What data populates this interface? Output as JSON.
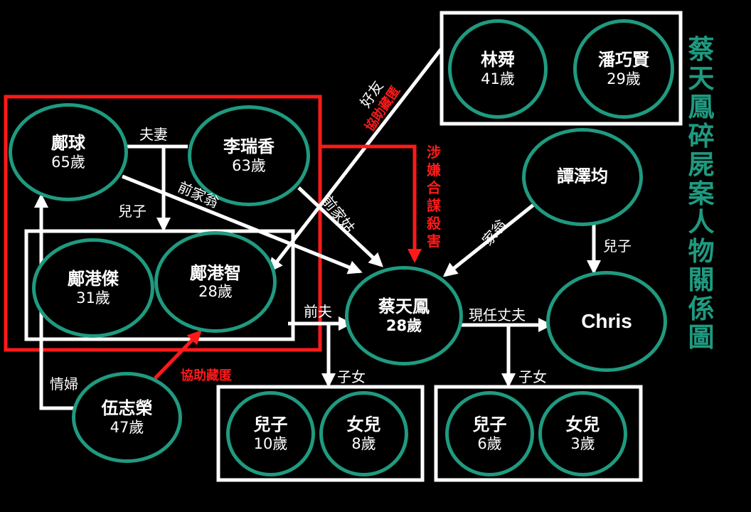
{
  "title": "蔡天鳳碎屍案人物關係圖",
  "colors": {
    "node_border": "#1f9a80",
    "title": "#1f9a80",
    "red": "#ff1a1a",
    "white": "#ffffff",
    "background": "#000000"
  },
  "nodes": {
    "kwong_kau": {
      "name": "鄺球",
      "age": "65歲"
    },
    "li_shui_heung": {
      "name": "李瑞香",
      "age": "63歲"
    },
    "kwong_kong_kit": {
      "name": "鄺港傑",
      "age": "31歲"
    },
    "kwong_kong_chi": {
      "name": "鄺港智",
      "age": "28歲"
    },
    "ng_chi_wing": {
      "name": "伍志榮",
      "age": "47歲"
    },
    "lam_shun": {
      "name": "林舜",
      "age": "41歲"
    },
    "poon_hau_yin": {
      "name": "潘巧賢",
      "age": "29歲"
    },
    "tam_chak_kwan": {
      "name": "譚澤均",
      "age": ""
    },
    "abby_choi": {
      "name": "蔡天鳳",
      "age": "28歲"
    },
    "chris": {
      "name": "Chris",
      "age": ""
    },
    "son_a": {
      "name": "兒子",
      "age": "10歲"
    },
    "daughter_a": {
      "name": "女兒",
      "age": "8歲"
    },
    "son_b": {
      "name": "兒子",
      "age": "6歲"
    },
    "daughter_b": {
      "name": "女兒",
      "age": "3歲"
    }
  },
  "relations": {
    "spouses": "夫妻",
    "son_kwong": "兒子",
    "former_father_in_law": "前家翁",
    "former_mother_in_law": "前家姑",
    "good_friend": "好友",
    "assist_hiding_friend": "協助藏匿",
    "suspected_conspiracy": "涉嫌合謀殺害",
    "father_in_law": "家翁",
    "son_tam": "兒子",
    "ex_husband": "前夫",
    "current_husband": "現任丈夫",
    "children_a": "子女",
    "children_b": "子女",
    "mistress": "情婦",
    "assist_hiding_ng": "協助藏匿"
  }
}
